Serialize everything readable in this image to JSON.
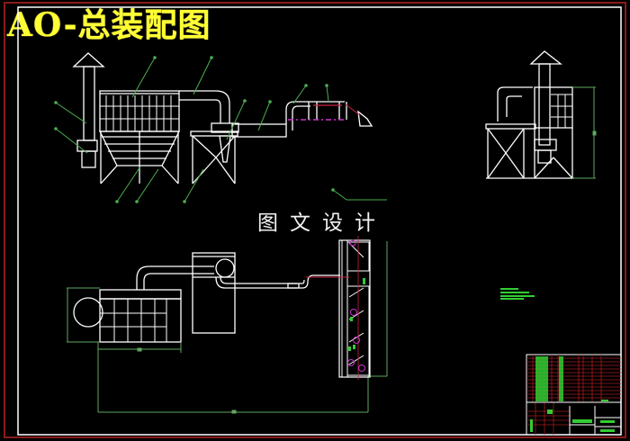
{
  "drawing": {
    "title": "AO-总装配图",
    "watermark": "图文设计",
    "colors": {
      "background": "#000000",
      "outer_border": "#8b1a1a",
      "inner_frame": "#ffffff",
      "geometry": "#ffffff",
      "leader_lines": "#4caf50",
      "dimension_lines": "#5fa85f",
      "centerlines": "#cc2244",
      "hidden_lines": "#cc33cc",
      "title_text": "#ffff33",
      "title_block_grid": "#a01c1c",
      "title_block_text": "#33cc33"
    },
    "views": [
      {
        "name": "front-elevation",
        "description": "dust collector with stack, cyclone and duct run"
      },
      {
        "name": "side-elevation",
        "description": "side view of collector and stack"
      },
      {
        "name": "plan-view",
        "description": "top view of collector, cyclone and ducting"
      },
      {
        "name": "section-view",
        "description": "vertical section of hood/duct"
      }
    ],
    "title_block": {
      "location": "bottom-right"
    }
  }
}
